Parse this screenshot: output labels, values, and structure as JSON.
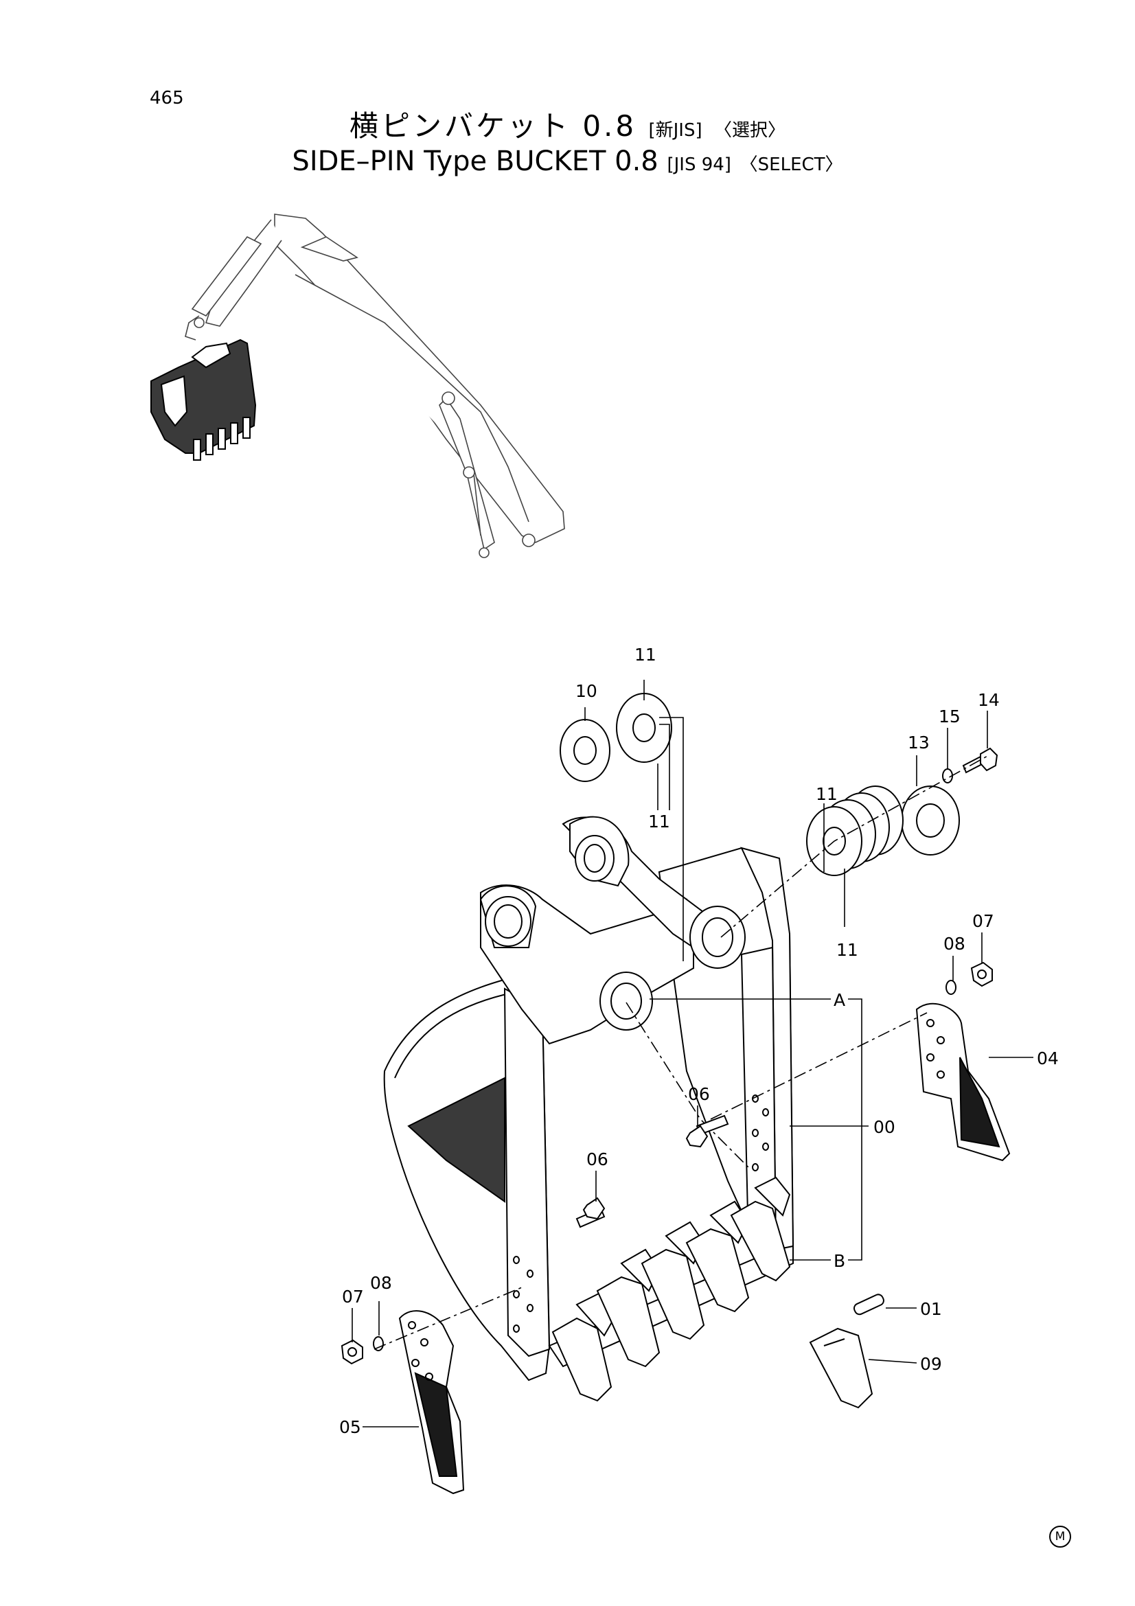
{
  "page": {
    "number": "465",
    "mark": "M"
  },
  "title": {
    "jp_main": "横ピンバケット 0.8",
    "jp_tag1": "[新JIS]",
    "jp_tag2": "〈選択〉",
    "en_main": "SIDE–PIN Type BUCKET 0.8",
    "en_tag1": "[JIS 94]",
    "en_tag2": "〈SELECT〉"
  },
  "callouts": {
    "c00": "00",
    "c01": "01",
    "c04": "04",
    "c05": "05",
    "c06a": "06",
    "c06b": "06",
    "c07a": "07",
    "c07b": "07",
    "c08a": "08",
    "c08b": "08",
    "c09": "09",
    "c10": "10",
    "c11a": "11",
    "c11b": "11",
    "c11c": "11",
    "c11d": "11",
    "c13": "13",
    "c14": "14",
    "c15": "15",
    "cA": "A",
    "cB": "B"
  }
}
